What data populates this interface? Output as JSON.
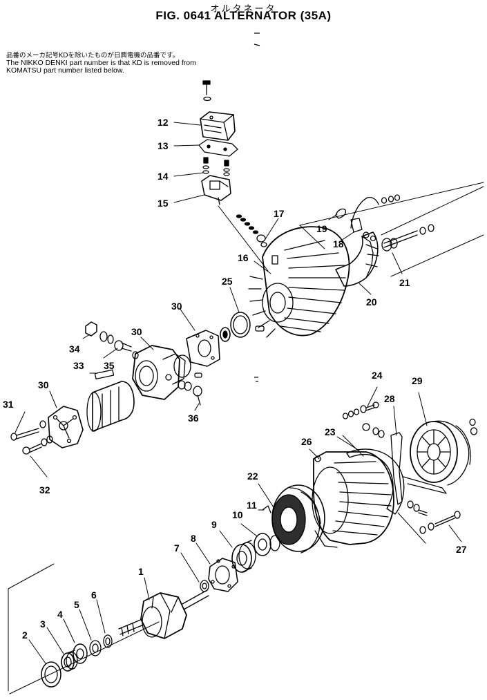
{
  "header": {
    "kana": "オルタネータ",
    "title": "FIG. 0641  ALTERNATOR (35A)"
  },
  "notes": {
    "jp": "品番のメーカ記号KDを除いたものが日興電機の品番です。",
    "en_line1": "The NIKKO DENKI part number is that KD is removed from",
    "en_line2": "KOMATSU part number listed below."
  },
  "callouts": [
    "1",
    "2",
    "3",
    "4",
    "5",
    "6",
    "7",
    "8",
    "9",
    "10",
    "11",
    "12",
    "13",
    "14",
    "15",
    "16",
    "17",
    "18",
    "19",
    "20",
    "21",
    "22",
    "23",
    "24",
    "25",
    "26",
    "27",
    "28",
    "29",
    "30",
    "30",
    "30",
    "31",
    "32",
    "33",
    "34",
    "35",
    "36"
  ],
  "colors": {
    "ink": "#000000",
    "paper": "#ffffff"
  }
}
